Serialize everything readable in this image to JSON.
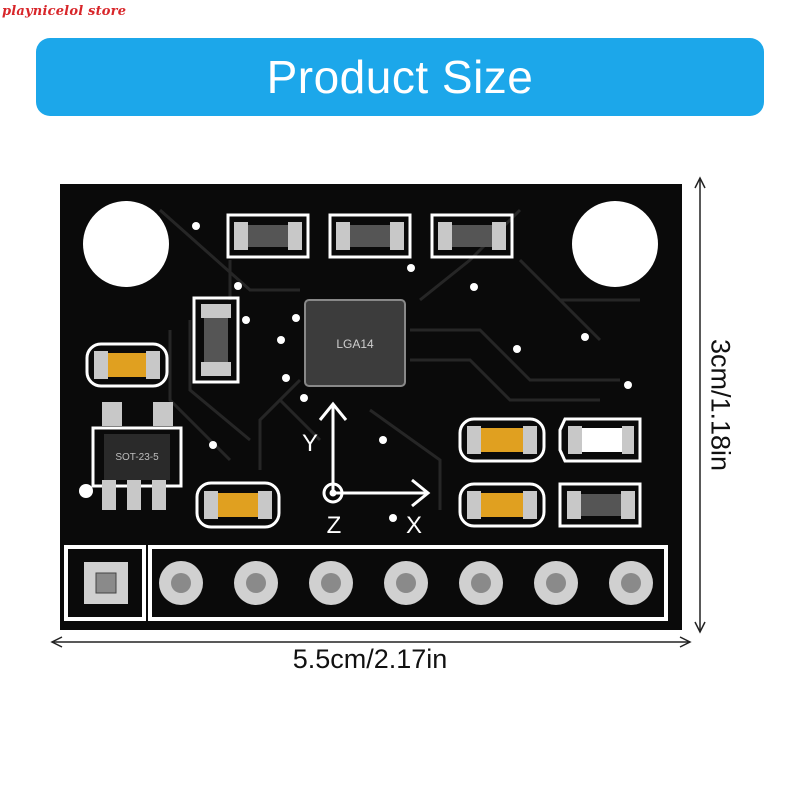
{
  "watermark": "playnicelol store",
  "banner": {
    "title": "Product Size"
  },
  "dimensions": {
    "width_label": "5.5cm/2.17in",
    "height_label": "3cm/1.18in"
  },
  "board": {
    "chip_label": "LGA14",
    "regulator_label": "SOT-23-5",
    "axis_y": "Y",
    "axis_z": "Z",
    "axis_x": "X"
  },
  "colors": {
    "banner": "#1ca7ea",
    "pcb": "#0a0a0a",
    "silkscreen": "#ffffff",
    "pad": "#c8c8c8",
    "component_amber": "#e0a020"
  }
}
